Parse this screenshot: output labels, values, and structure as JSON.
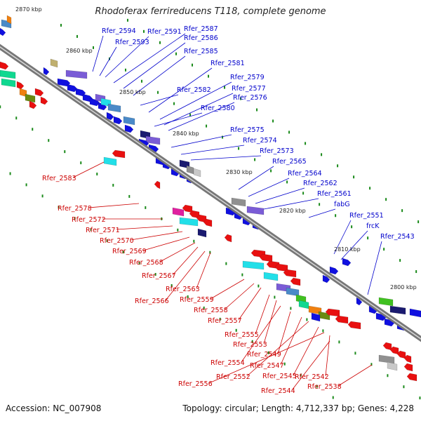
{
  "title": "Rhodoferax ferrireducens T118, complete genome",
  "accession": "Accession: NC_007908",
  "summary": "Topology: circular; Length: 4,712,337 bp; Genes: 4,228",
  "colors": {
    "backbone": "#8a8a8a",
    "forward_label": "#0000cc",
    "reverse_label": "#cc0000",
    "tick": "#1a8a1a"
  },
  "kbp_marks": [
    "2870 kbp",
    "2860 kbp",
    "2850 kbp",
    "2840 kbp",
    "2830 kbp",
    "2820 kbp",
    "2810 kbp",
    "2800 kbp"
  ],
  "forward_genes": [
    "Rfer_2594",
    "Rfer_2591",
    "Rfer_2587",
    "Rfer_2586",
    "Rfer_2593",
    "Rfer_2585",
    "Rfer_2581",
    "Rfer_2579",
    "Rfer_2577",
    "Rfer_2582",
    "Rfer_2576",
    "Rfer_2580",
    "Rfer_2575",
    "Rfer_2574",
    "Rfer_2573",
    "Rfer_2565",
    "Rfer_2564",
    "Rfer_2562",
    "Rfer_2561",
    "fabG",
    "Rfer_2551",
    "frcK",
    "Rfer_2543"
  ],
  "reverse_genes": [
    "Rfer_2583",
    "Rfer_2578",
    "Rfer_2572",
    "Rfer_2571",
    "Rfer_2570",
    "Rfer_2569",
    "Rfer_2568",
    "Rfer_2567",
    "Rfer_2566",
    "Rfer_2563",
    "Rfer_2559",
    "Rfer_2558",
    "Rfer_2557",
    "Rfer_2555",
    "Rfer_2553",
    "Rfer_2554",
    "Rfer_2549",
    "Rfer_2547",
    "Rfer_2552",
    "Rfer_2545",
    "Rfer_2556",
    "Rfer_2542",
    "Rfer_2544",
    "Rfer_2538"
  ]
}
